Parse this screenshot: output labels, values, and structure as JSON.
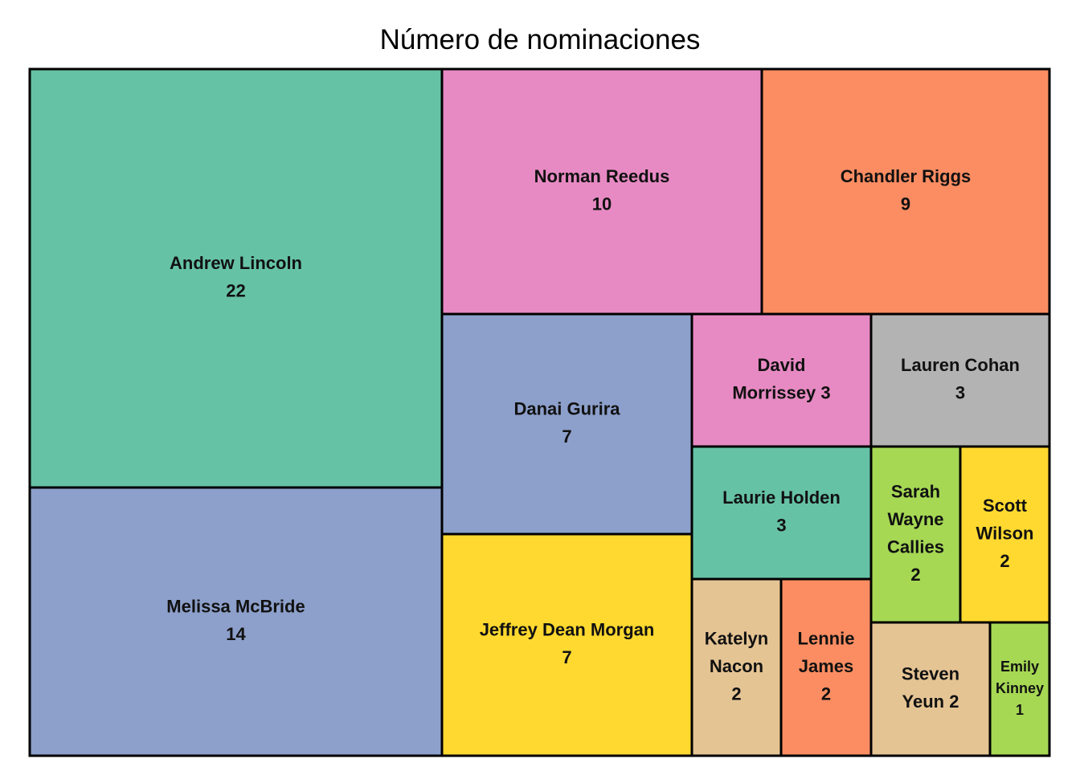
{
  "chart_data": {
    "type": "treemap",
    "title": "Número de nominaciones",
    "items": [
      {
        "name": "Andrew Lincoln",
        "value": 22,
        "color": "#66C2A5",
        "label_lines": [
          "Andrew Lincoln",
          "22"
        ]
      },
      {
        "name": "Melissa McBride",
        "value": 14,
        "color": "#8DA0CB",
        "label_lines": [
          "Melissa McBride",
          "14"
        ]
      },
      {
        "name": "Norman Reedus",
        "value": 10,
        "color": "#E78AC3",
        "label_lines": [
          "Norman Reedus",
          "10"
        ]
      },
      {
        "name": "Chandler Riggs",
        "value": 9,
        "color": "#FC8D62",
        "label_lines": [
          "Chandler Riggs",
          "9"
        ]
      },
      {
        "name": "Danai Gurira",
        "value": 7,
        "color": "#8DA0CB",
        "label_lines": [
          "Danai Gurira",
          "7"
        ]
      },
      {
        "name": "Jeffrey Dean Morgan",
        "value": 7,
        "color": "#FFD92F",
        "label_lines": [
          "Jeffrey Dean Morgan",
          "7"
        ]
      },
      {
        "name": "David Morrissey",
        "value": 3,
        "color": "#E78AC3",
        "label_lines": [
          "David",
          "Morrissey 3"
        ]
      },
      {
        "name": "Lauren Cohan",
        "value": 3,
        "color": "#B3B3B3",
        "label_lines": [
          "Lauren Cohan",
          "3"
        ]
      },
      {
        "name": "Laurie Holden",
        "value": 3,
        "color": "#66C2A5",
        "label_lines": [
          "Laurie Holden",
          "3"
        ]
      },
      {
        "name": "Sarah Wayne Callies",
        "value": 2,
        "color": "#A6D854",
        "label_lines": [
          "Sarah",
          "Wayne",
          "Callies",
          "2"
        ]
      },
      {
        "name": "Scott Wilson",
        "value": 2,
        "color": "#FFD92F",
        "label_lines": [
          "Scott",
          "Wilson",
          "2"
        ]
      },
      {
        "name": "Katelyn Nacon",
        "value": 2,
        "color": "#E5C494",
        "label_lines": [
          "Katelyn",
          "Nacon",
          "2"
        ]
      },
      {
        "name": "Lennie James",
        "value": 2,
        "color": "#FC8D62",
        "label_lines": [
          "Lennie",
          "James",
          "2"
        ]
      },
      {
        "name": "Steven Yeun",
        "value": 2,
        "color": "#E5C494",
        "label_lines": [
          "Steven",
          "Yeun 2"
        ]
      },
      {
        "name": "Emily Kinney",
        "value": 1,
        "color": "#A6D854",
        "label_lines": [
          "Emily",
          "Kinney",
          "1"
        ]
      }
    ]
  }
}
